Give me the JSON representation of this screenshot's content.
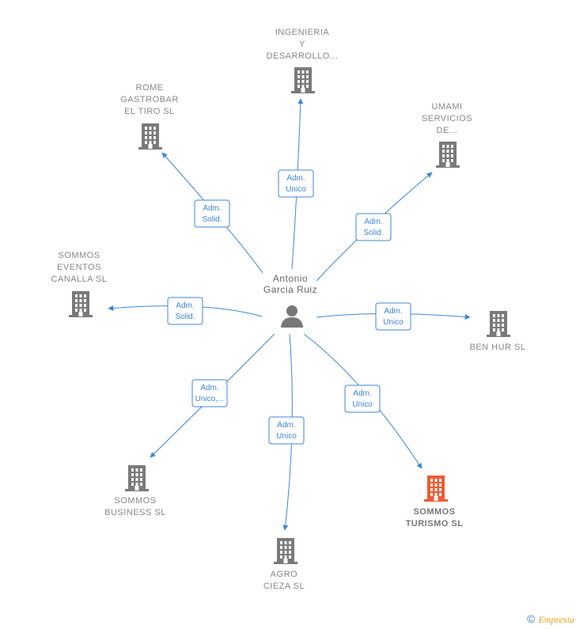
{
  "center": {
    "name_lines": [
      "Antonio",
      "Garcia Ruiz"
    ],
    "icon": "person-icon"
  },
  "companies": [
    {
      "id": "ingenieria",
      "lines": [
        "INGENIERIA",
        "Y",
        "DESARROLLO..."
      ],
      "role": [
        "Adm.",
        "Unico"
      ],
      "highlight": false
    },
    {
      "id": "rome",
      "lines": [
        "ROME",
        "GASTROBAR",
        "EL TIRO  SL"
      ],
      "role": [
        "Adm.",
        "Solid."
      ],
      "highlight": false
    },
    {
      "id": "umami",
      "lines": [
        "UMAMI",
        "SERVICIOS",
        "DE..."
      ],
      "role": [
        "Adm.",
        "Solid."
      ],
      "highlight": false
    },
    {
      "id": "sommos-eventos",
      "lines": [
        "SOMMOS",
        "EVENTOS",
        "CANALLA  SL"
      ],
      "role": [
        "Adm.",
        "Solid."
      ],
      "highlight": false
    },
    {
      "id": "ben-hur",
      "lines": [
        "BEN HUR SL"
      ],
      "role": [
        "Adm.",
        "Unico"
      ],
      "highlight": false
    },
    {
      "id": "sommos-business",
      "lines": [
        "SOMMOS",
        "BUSINESS  SL"
      ],
      "role": [
        "Adm.",
        "Unico,..."
      ],
      "highlight": false
    },
    {
      "id": "agro-cieza",
      "lines": [
        "AGRO",
        "CIEZA  SL"
      ],
      "role": [
        "Adm.",
        "Unico"
      ],
      "highlight": false
    },
    {
      "id": "sommos-turismo",
      "lines": [
        "SOMMOS",
        "TURISMO  SL"
      ],
      "role": [
        "Adm.",
        "Unico"
      ],
      "highlight": true
    }
  ],
  "colors": {
    "edge": "#3f86d6",
    "building": "#7a7a7a",
    "highlight": "#f05a33"
  },
  "footer": {
    "copyright": "©",
    "brand": "Empresia"
  }
}
